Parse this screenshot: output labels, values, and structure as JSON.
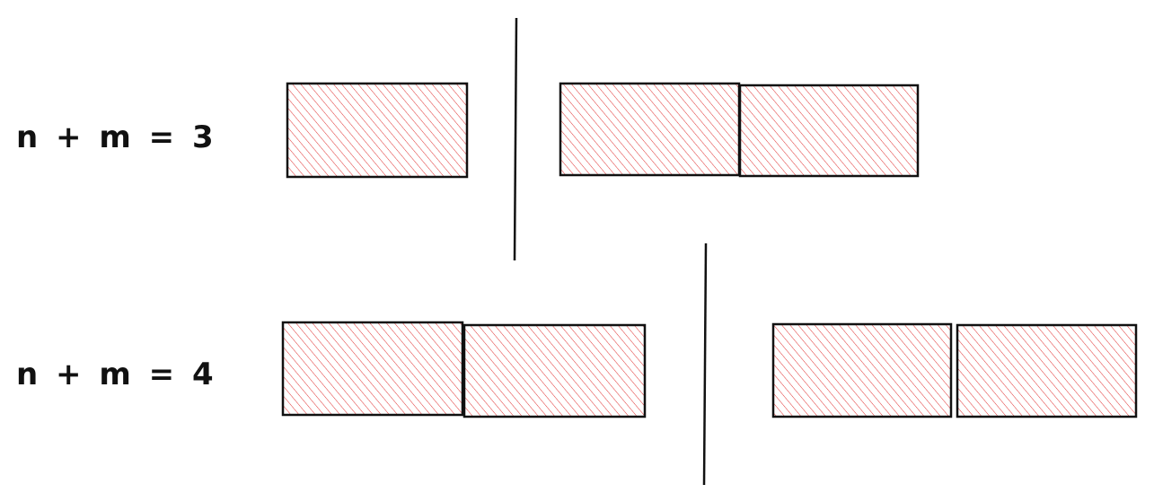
{
  "rows": [
    {
      "label": "n + m = 3",
      "left_group_blocks": 1,
      "right_group_blocks": 2
    },
    {
      "label": "n + m = 4",
      "left_group_blocks": 2,
      "right_group_blocks": 2
    }
  ],
  "colors": {
    "block_fill": "#ffd6d6",
    "hatch": "#e03131",
    "stroke": "#111111",
    "background": "#ffffff"
  }
}
